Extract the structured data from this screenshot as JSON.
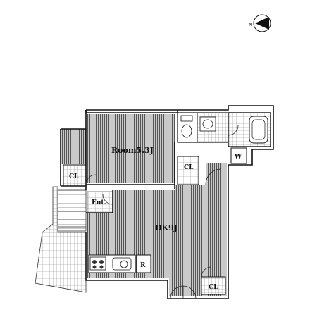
{
  "rooms": {
    "room": "Room5.3J",
    "dk": "DK9J",
    "entrance": "Ent.",
    "closet_left": "CL",
    "closet_mid": "CL",
    "closet_bottom": "CL",
    "washer": "W",
    "refrigerator": "R"
  },
  "compass": {
    "label": "N"
  }
}
